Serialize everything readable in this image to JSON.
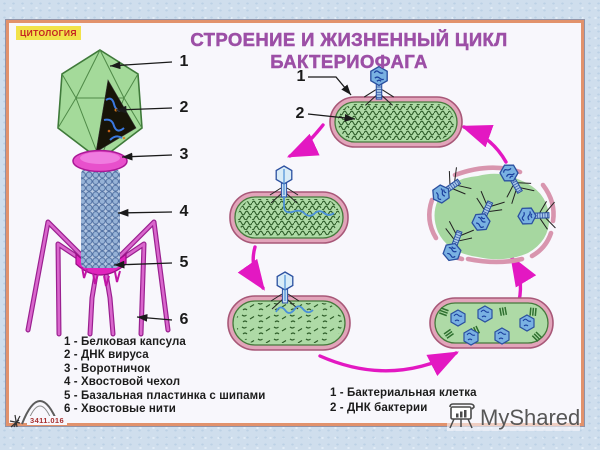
{
  "slide": {
    "badge": "ЦИТОЛОГИЯ",
    "title": "СТРОЕНИЕ И ЖИЗНЕННЫЙ ЦИКЛ БАКТЕРИОФАГА",
    "catalog_number": "3411.016",
    "watermark": "MyShared"
  },
  "phage_structure": {
    "part_labels": [
      "1",
      "2",
      "3",
      "4",
      "5",
      "6"
    ],
    "legend": [
      "1 - Белковая капсула",
      "2 - ДНК вируса",
      "3 - Воротничок",
      "4 - Хвостовой чехол",
      "5 - Базальная пластинка с шипами",
      "6 - Хвостовые нити"
    ]
  },
  "life_cycle": {
    "part_labels": [
      "1",
      "2"
    ],
    "legend": [
      "1 - Бактериальная клетка",
      "2 - ДНК бактерии"
    ]
  },
  "colors": {
    "title": "#9c4fa6",
    "badge_bg": "#f2e24a",
    "badge_text": "#c42222",
    "panel_border": "#e2926c",
    "background": "#cfdeed",
    "cycle_arrow": "#e318c2",
    "cell_membrane": "#e2a4ba",
    "cytoplasm": "#aedaa6",
    "phage_capsid_green": "#a4da9a",
    "phage_head_blue": "#79b1e2",
    "phage_tail_magenta": "#d54cc6"
  }
}
